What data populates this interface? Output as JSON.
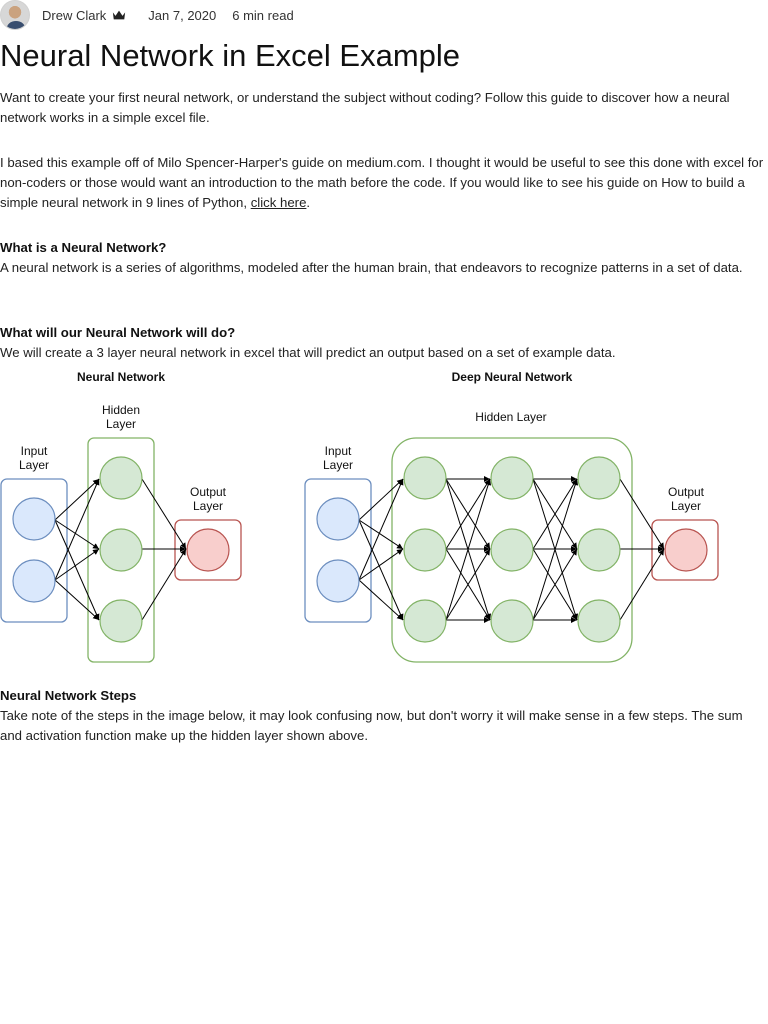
{
  "meta": {
    "author": "Drew Clark",
    "date": "Jan 7, 2020",
    "read_time": "6 min read"
  },
  "title": "Neural Network in Excel Example",
  "paragraphs": {
    "intro": "Want to create your first neural network, or understand the subject without coding? Follow this guide to discover how a neural network works in a simple excel file.",
    "based_text": "I based this example off of Milo Spencer-Harper's guide on medium.com. I thought it would be useful to see this done with excel for non-coders or those would want an introduction to the math before the code. If you would like to see his guide on How to build a simple neural network in 9 lines of Python, ",
    "link_text": "click here",
    "based_end": "."
  },
  "sections": [
    {
      "heading": "What is a Neural Network?",
      "body": "A neural network is a series of algorithms, modeled after the human brain, that endeavors to recognize patterns in a set of data."
    },
    {
      "heading": "What will our Neural Network will do?",
      "body": "We will create a 3 layer neural network in excel that will predict an output based on a set of example data."
    },
    {
      "heading": "Neural Network Steps",
      "body": "Take note of the steps in the image below, it may look confusing now, but don't worry it will make sense in a few steps. The sum and activation function make up the hidden layer shown above."
    }
  ],
  "figure": {
    "left": {
      "title": "Neural Network",
      "input_label": [
        "Input",
        "Layer"
      ],
      "hidden_label": [
        "Hidden",
        "Layer"
      ],
      "output_label": [
        "Output",
        "Layer"
      ]
    },
    "right": {
      "title": "Deep Neural Network",
      "input_label": [
        "Input",
        "Layer"
      ],
      "hidden_label": [
        "Hidden Layer"
      ],
      "output_label": [
        "Output",
        "Layer"
      ]
    },
    "colors": {
      "input_fill": "#dae8fc",
      "input_stroke": "#6c8ebf",
      "hidden_fill": "#d5e8d4",
      "hidden_stroke": "#82b366",
      "output_fill": "#f8cecc",
      "output_stroke": "#b85450"
    }
  }
}
